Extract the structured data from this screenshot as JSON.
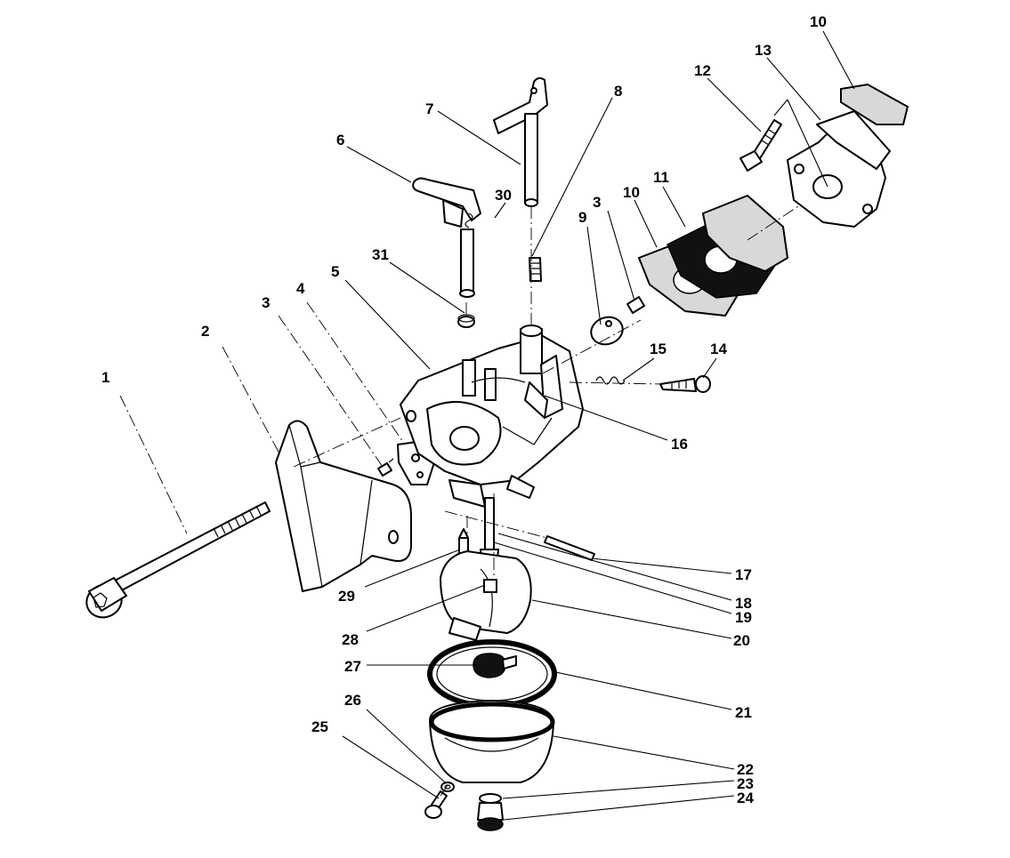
{
  "diagram": {
    "labels": {
      "p1": "1",
      "p2": "2",
      "p3a": "3",
      "p3b": "3",
      "p4": "4",
      "p5": "5",
      "p6": "6",
      "p7": "7",
      "p8": "8",
      "p9": "9",
      "p10a": "10",
      "p10b": "10",
      "p11": "11",
      "p12": "12",
      "p13": "13",
      "p14": "14",
      "p15": "15",
      "p16": "16",
      "p17": "17",
      "p18": "18",
      "p19": "19",
      "p20": "20",
      "p21": "21",
      "p22": "22",
      "p23": "23",
      "p24": "24",
      "p25": "25",
      "p26": "26",
      "p27": "27",
      "p28": "28",
      "p29": "29",
      "p30": "30",
      "p31": "31"
    }
  }
}
